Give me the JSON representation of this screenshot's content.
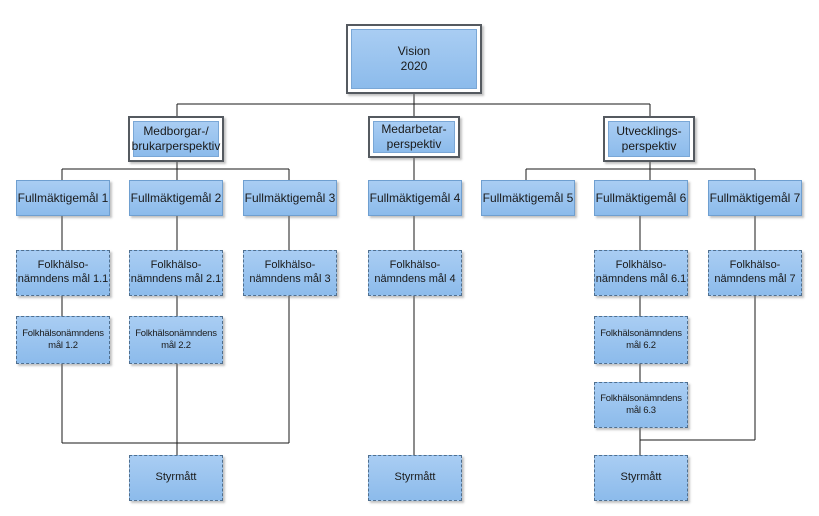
{
  "vision": "Vision\n2020",
  "perspectives": {
    "p1": "Medborgar-/\nbrukarperspektiv",
    "p2": "Medarbetar-\nperspektiv",
    "p3": "Utvecklings-\nperspektiv"
  },
  "goals": {
    "g1": "Fullmäktigemål 1",
    "g2": "Fullmäktigemål 2",
    "g3": "Fullmäktigemål 3",
    "g4": "Fullmäktigemål 4",
    "g5": "Fullmäktigemål 5",
    "g6": "Fullmäktigemål 6",
    "g7": "Fullmäktigemål 7"
  },
  "committee_goals": {
    "c11": "Folkhälso-\nnämndens mål 1.1",
    "c12": "Folkhälsonämndens\nmål 1.2",
    "c21": "Folkhälso-\nnämndens mål 2.1",
    "c22": "Folkhälsonämndens\nmål 2.2",
    "c3": "Folkhälso-\nnämndens mål 3",
    "c4": "Folkhälso-\nnämndens mål 4",
    "c61": "Folkhälso-\nnämndens mål 6.1",
    "c62": "Folkhälsonämndens\nmål 6.2",
    "c63": "Folkhälsonämndens\nmål 6.3",
    "c7": "Folkhälso-\nnämndens mål 7"
  },
  "measures": {
    "m1": "Styrmått",
    "m2": "Styrmått",
    "m3": "Styrmått"
  },
  "colors": {
    "box_fill": "#8cbbeb",
    "line": "#1a1a1a"
  }
}
